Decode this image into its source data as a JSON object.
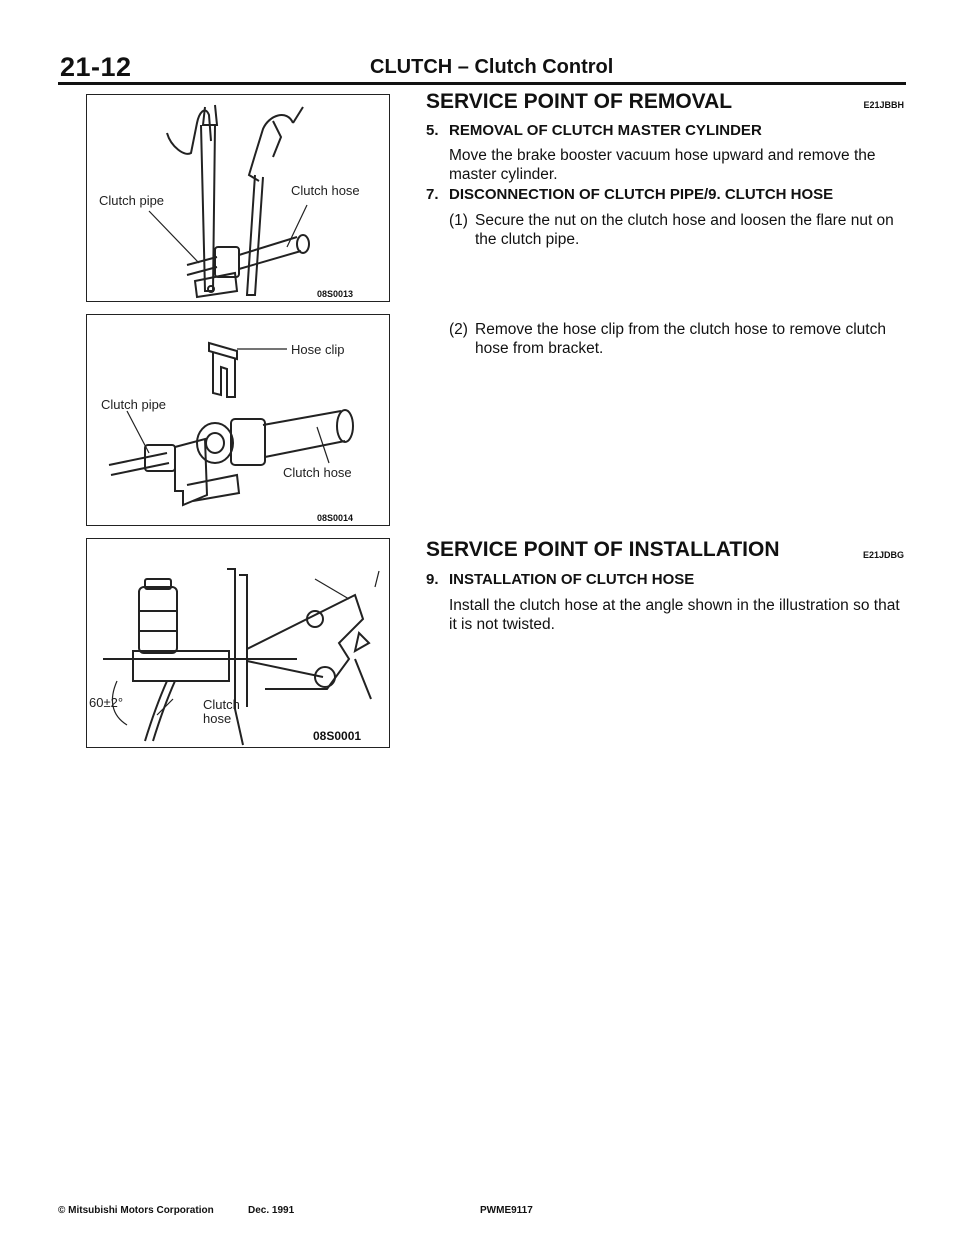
{
  "header": {
    "page_number": "21-12",
    "title": "CLUTCH – Clutch Control"
  },
  "figures": [
    {
      "labels": {
        "left": "Clutch pipe",
        "right": "Clutch hose"
      },
      "code": "08S0013"
    },
    {
      "labels": {
        "clip": "Hose clip",
        "pipe": "Clutch pipe",
        "hose": "Clutch hose"
      },
      "code": "08S0014"
    },
    {
      "labels": {
        "angle": "60±2°",
        "hose_line1": "Clutch",
        "hose_line2": "hose"
      },
      "code": "08S0001"
    }
  ],
  "removal": {
    "title": "SERVICE POINT OF REMOVAL",
    "code": "E21JBBH",
    "item5": {
      "num": "5.",
      "heading": "REMOVAL OF CLUTCH MASTER CYLINDER",
      "text": "Move the brake booster vacuum hose upward and remove the master cylinder."
    },
    "item7": {
      "num": "7.",
      "heading": "DISCONNECTION OF CLUTCH PIPE/9. CLUTCH HOSE",
      "step1_num": "(1)",
      "step1": "Secure the nut on the clutch hose and loosen the flare nut on the clutch pipe.",
      "step2_num": "(2)",
      "step2": "Remove the hose clip from the clutch hose to remove clutch hose from bracket."
    }
  },
  "installation": {
    "title": "SERVICE POINT OF INSTALLATION",
    "code": "E21JDBG",
    "item9": {
      "num": "9.",
      "heading": "INSTALLATION OF CLUTCH HOSE",
      "text": "Install the clutch hose at the angle shown in the illustration so that it is not twisted."
    }
  },
  "footer": {
    "copyright": "© Mitsubishi Motors Corporation",
    "date": "Dec. 1991",
    "doc": "PWME9117"
  }
}
